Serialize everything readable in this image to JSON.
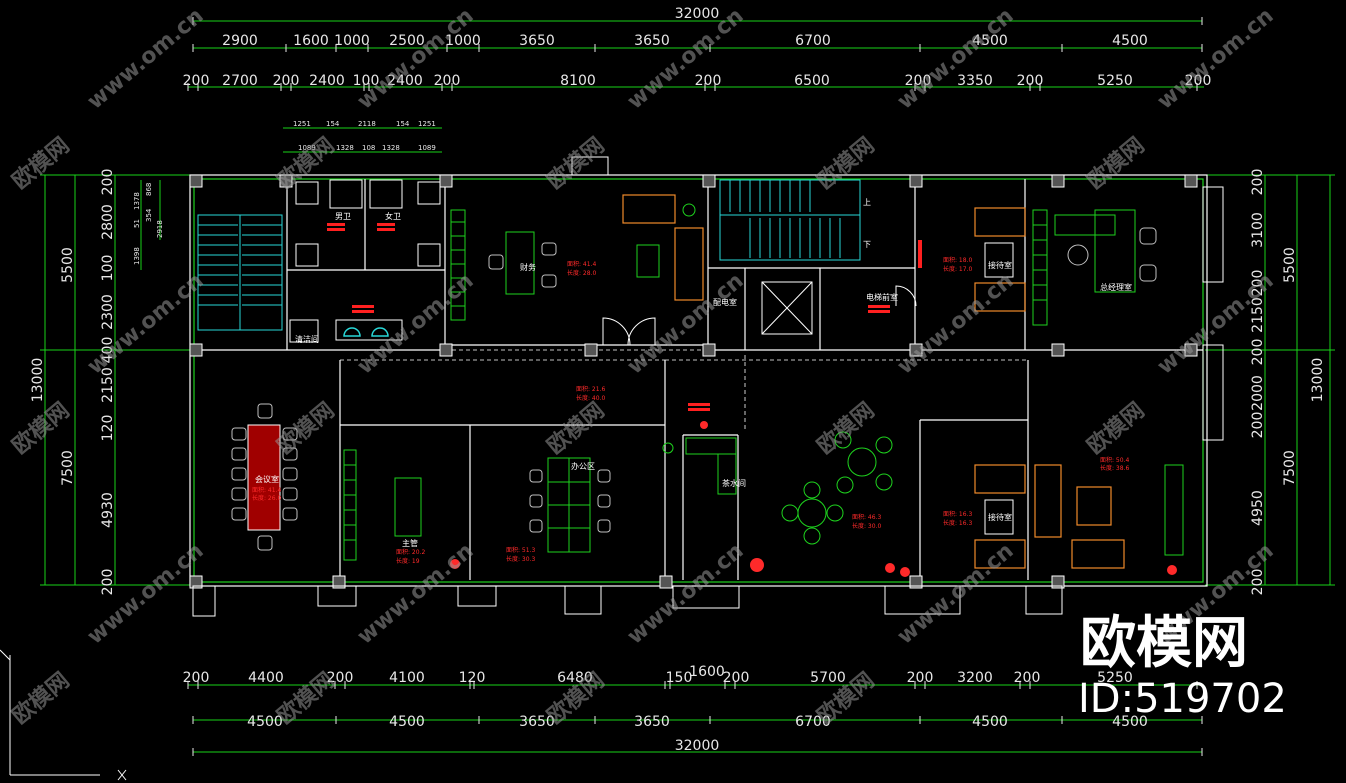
{
  "top_dims": {
    "total": "32000",
    "row1": [
      "2900",
      "1600",
      "1000",
      "2500",
      "1000",
      "3650",
      "3650",
      "6700",
      "4500",
      "4500"
    ],
    "row2": [
      "200",
      "2700",
      "200",
      "2400",
      "100",
      "2400",
      "200",
      "8100",
      "200",
      "6500",
      "200",
      "3350",
      "200",
      "5250",
      "200"
    ]
  },
  "bottom_dims": {
    "total": "32000",
    "row1": [
      "4500",
      "4500",
      "3650",
      "3650",
      "6700",
      "4500",
      "4500"
    ],
    "row2": [
      "200",
      "4400",
      "200",
      "4100",
      "120",
      "6480",
      "150",
      "1600",
      "200",
      "5700",
      "200",
      "3200",
      "200",
      "5250"
    ]
  },
  "left_dims": {
    "total": "13000",
    "groups": [
      "5500",
      "7500"
    ],
    "inner": [
      "200",
      "2800",
      "100",
      "2300",
      "400",
      "2150",
      "120",
      "4930",
      "200"
    ]
  },
  "right_dims": {
    "total": "13000",
    "groups": [
      "5500",
      "7500"
    ],
    "inner": [
      "200",
      "3100",
      "200",
      "2150",
      "200",
      "2000",
      "200",
      "4950",
      "200"
    ]
  },
  "wc_dims": {
    "row1": [
      "1251",
      "154",
      "2118",
      "154",
      "1251"
    ],
    "row2": [
      "1089",
      "1328",
      "108",
      "1328",
      "1089"
    ],
    "vert": [
      "868",
      "1378",
      "51",
      "1398",
      "354",
      "2918"
    ]
  },
  "rooms": {
    "men_wc": "男卫",
    "women_wc": "女卫",
    "cleaning": "清洁间",
    "finance": "财务",
    "electric": "配电室",
    "equip": "电梯前室",
    "reception_a": "接待室",
    "gm": "总经理室",
    "meeting": "会议室",
    "supervisor": "主管",
    "office": "办公区",
    "pantry": "茶水间",
    "reception_b": "接待室",
    "stair_up": "上",
    "stair_down": "下"
  },
  "areas": {
    "finance": [
      "面积: 41.4",
      "长度: 28.0"
    ],
    "reception_a": [
      "面积: 18.0",
      "长度: 17.0"
    ],
    "meeting": [
      "面积: 41.4",
      "长度: 26.0"
    ],
    "supervisor": [
      "面积: 20.2",
      "长度: 19"
    ],
    "office": [
      "面积: 51.3",
      "长度: 30.3"
    ],
    "corridor": [
      "面积: 21.6",
      "长度: 40.0"
    ],
    "lounge": [
      "面积: 46.3",
      "长度: 30.0"
    ],
    "reception_b": [
      "面积: 16.3",
      "长度: 16.3"
    ],
    "gm_b": [
      "面积: 50.4",
      "长度: 38.6"
    ]
  },
  "watermark": {
    "text": "欧模网",
    "url": "www.om.cn"
  },
  "brand": {
    "logo": "欧模网",
    "id": "ID:519702"
  },
  "colors": {
    "wall": "#ffffff",
    "dim": "#19d219",
    "furniture": "#1ed21e",
    "red": "#ff2020",
    "cyan": "#28d7d7",
    "orange": "#f08a2a",
    "bg": "#000000"
  }
}
